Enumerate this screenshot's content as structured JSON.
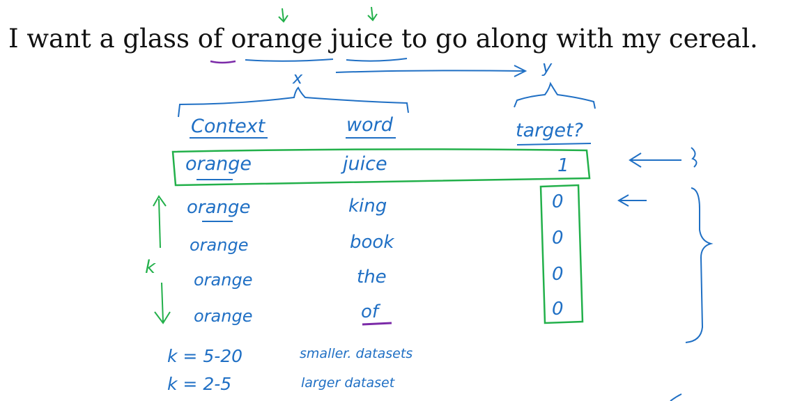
{
  "sentence": "I want a glass of orange juice to go along with my cereal.",
  "labels": {
    "x": "x",
    "y": "y"
  },
  "table": {
    "headers": {
      "context": "Context",
      "word": "word",
      "target": "target?"
    },
    "rows": [
      {
        "context": "orange",
        "word": "juice",
        "target": "1"
      },
      {
        "context": "orange",
        "word": "king",
        "target": "0"
      },
      {
        "context": "orange",
        "word": "book",
        "target": "0"
      },
      {
        "context": "orange",
        "word": "the",
        "target": "0"
      },
      {
        "context": "orange",
        "word": "of",
        "target": "0"
      }
    ]
  },
  "k_label": "k",
  "notes": [
    {
      "range": "k = 5-20",
      "desc": "smaller. datasets"
    },
    {
      "range": "k = 2-5",
      "desc": "larger dataset"
    }
  ],
  "colors": {
    "blue_ink": "#1f6fc4",
    "green_ink": "#22b04a",
    "purple_ink": "#7b2aa8",
    "text": "#111111"
  }
}
